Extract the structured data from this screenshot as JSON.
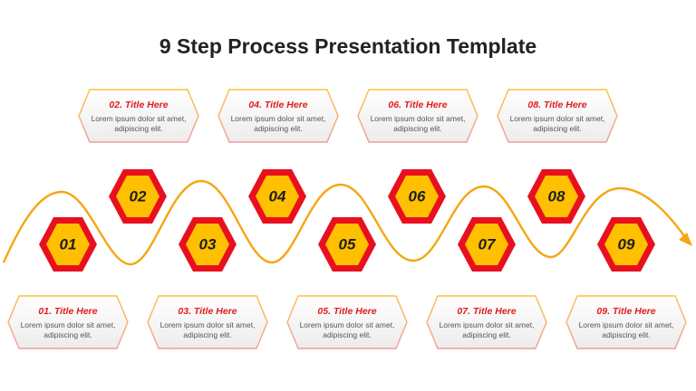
{
  "title": "9 Step Process Presentation Template",
  "colors": {
    "accent_red": "#e21b1b",
    "hexagon_outer": "#e8101f",
    "hexagon_inner": "#ffc000",
    "wave_line": "#f4a712",
    "card_fill": "#f3f3f3",
    "card_border_top": "#f7c23c",
    "card_border_bottom": "#f29aa0"
  },
  "steps": [
    {
      "number": "01",
      "title": "01. Title Here",
      "text": "Lorem ipsum dolor sit amet, adipiscing elit."
    },
    {
      "number": "02",
      "title": "02. Title Here",
      "text": "Lorem ipsum dolor sit amet, adipiscing elit."
    },
    {
      "number": "03",
      "title": "03. Title Here",
      "text": "Lorem ipsum dolor sit amet, adipiscing elit."
    },
    {
      "number": "04",
      "title": "04. Title Here",
      "text": "Lorem ipsum dolor sit amet, adipiscing elit."
    },
    {
      "number": "05",
      "title": "05. Title Here",
      "text": "Lorem ipsum dolor sit amet, adipiscing elit."
    },
    {
      "number": "06",
      "title": "06. Title Here",
      "text": "Lorem ipsum dolor sit amet, adipiscing elit."
    },
    {
      "number": "07",
      "title": "07. Title Here",
      "text": "Lorem ipsum dolor sit amet, adipiscing elit."
    },
    {
      "number": "08",
      "title": "08. Title Here",
      "text": "Lorem ipsum dolor sit amet, adipiscing elit."
    },
    {
      "number": "09",
      "title": "09. Title Here",
      "text": "Lorem ipsum dolor sit amet, adipiscing elit."
    }
  ]
}
